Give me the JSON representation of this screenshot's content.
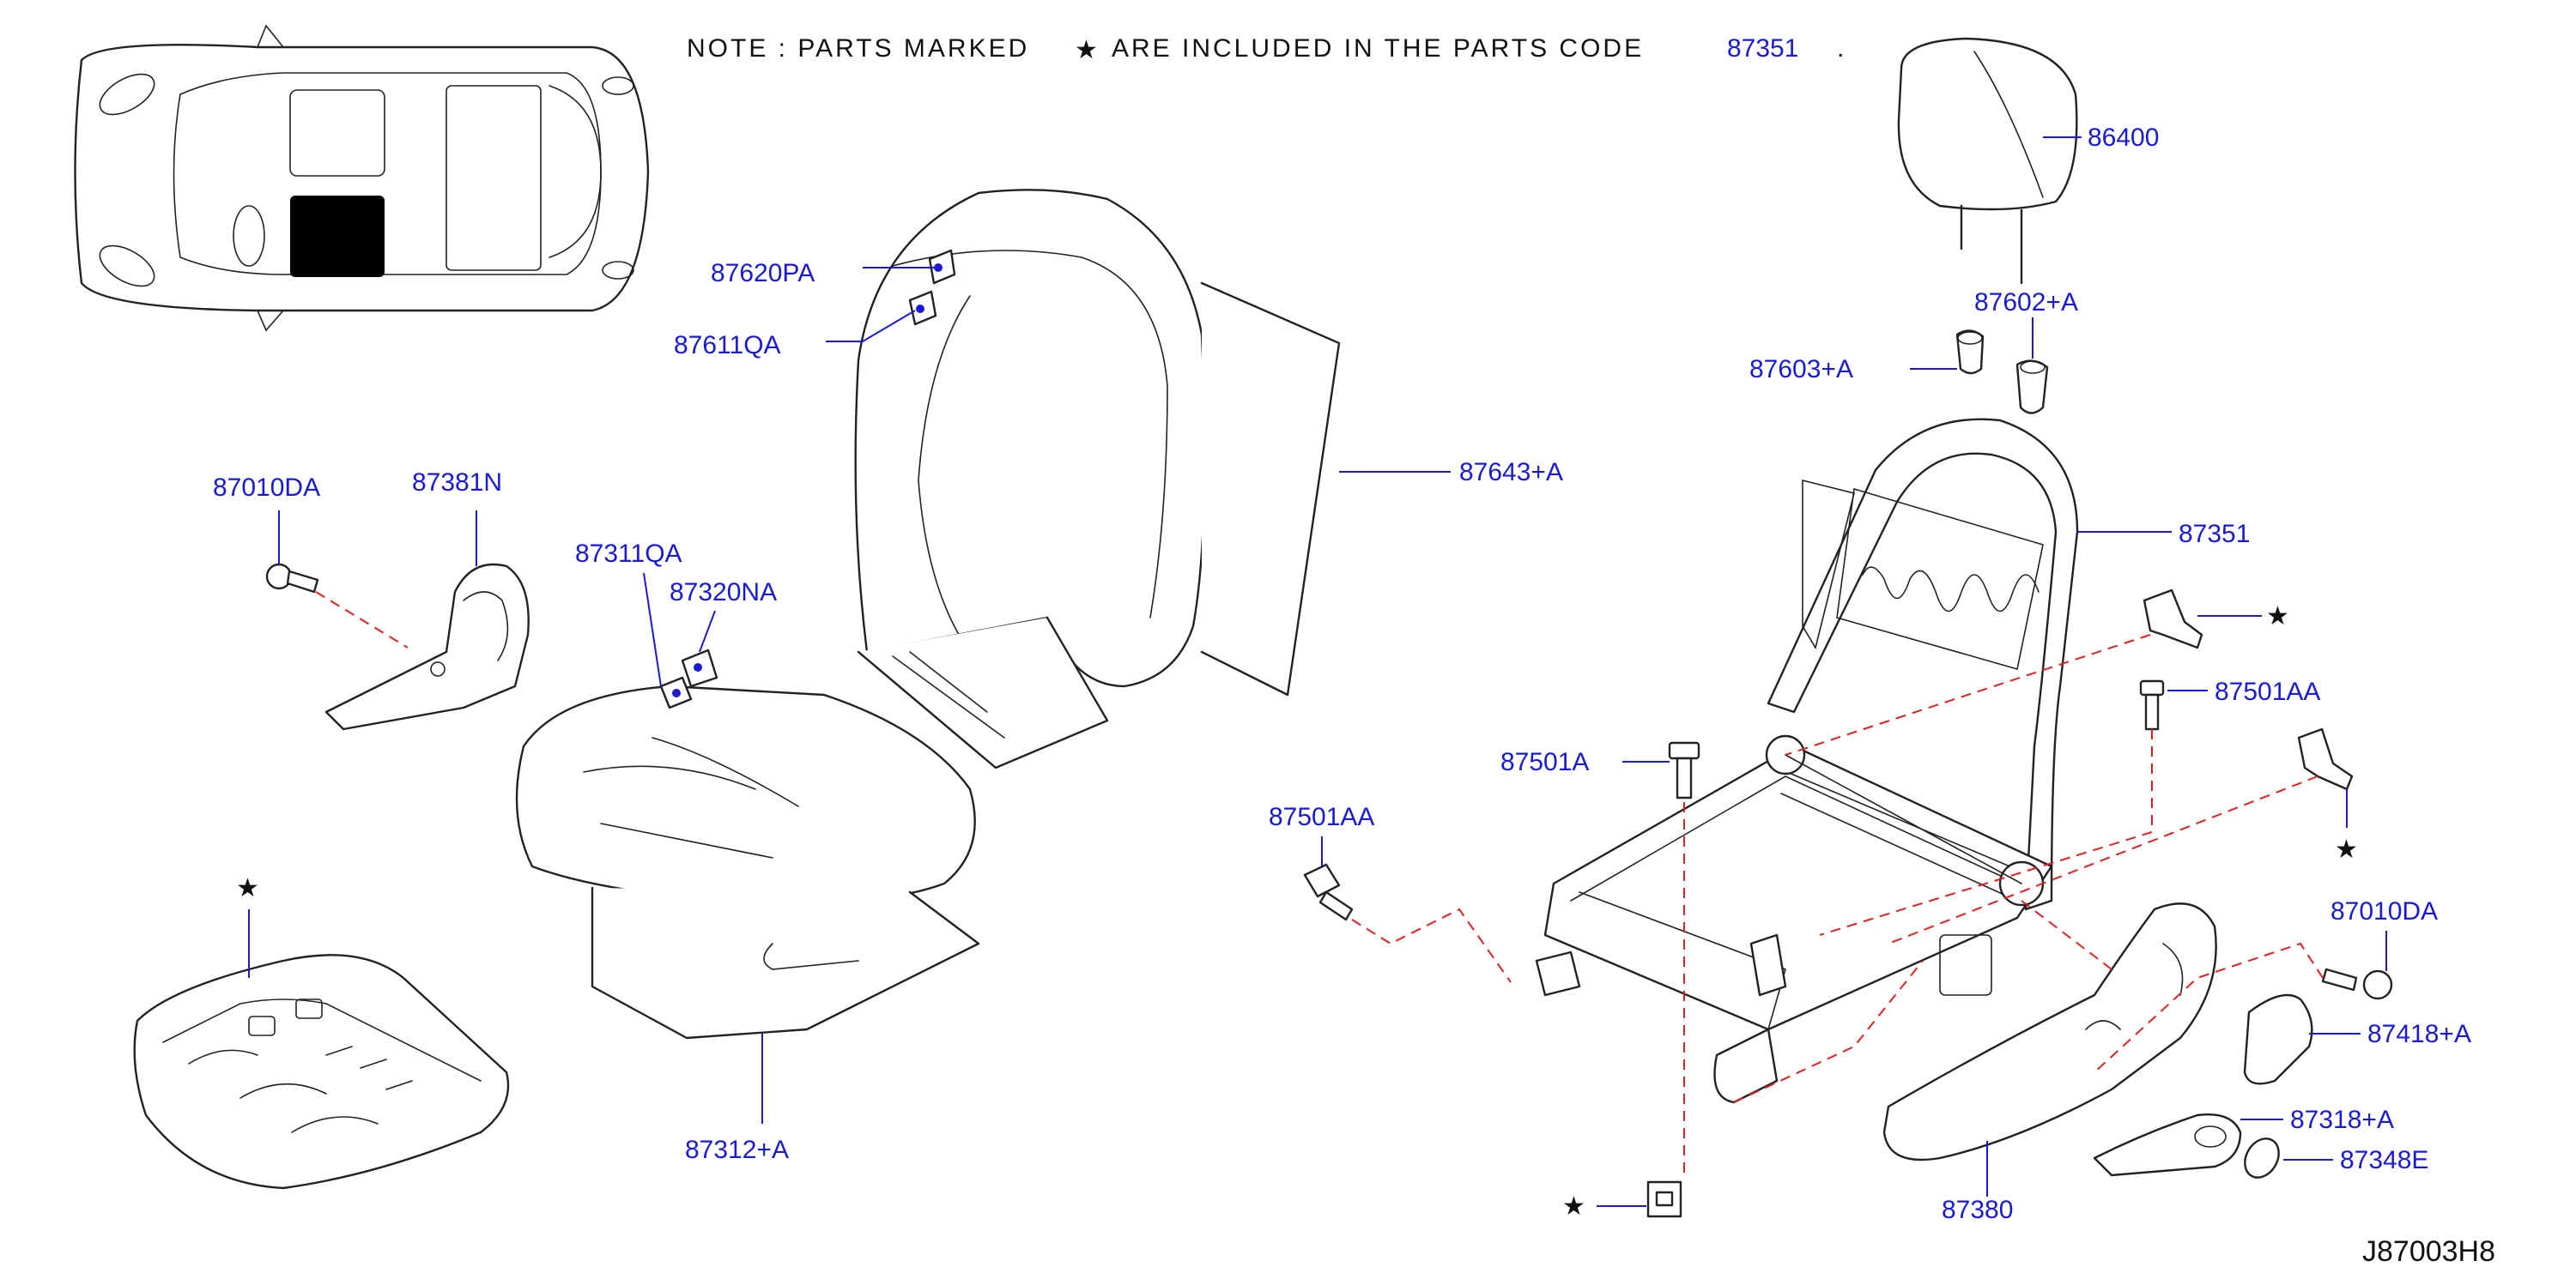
{
  "note": {
    "text": "NOTE : PARTS MARKED",
    "star": "★",
    "text2": "ARE INCLUDED IN THE PARTS CODE",
    "code": "87351",
    "period": "."
  },
  "diagram_code": "J87003H8",
  "parts": {
    "p86400": "86400",
    "p87602A": "87602+A",
    "p87603A": "87603+A",
    "p87351": "87351",
    "p87620PA": "87620PA",
    "p87611QA": "87611QA",
    "p87643A": "87643+A",
    "p87010DA_left": "87010DA",
    "p87381N": "87381N",
    "p87311QA": "87311QA",
    "p87320NA": "87320NA",
    "p87501AA_top": "87501AA",
    "p87501A": "87501A",
    "p87501AA_left": "87501AA",
    "p87010DA_right": "87010DA",
    "p87418A": "87418+A",
    "p87318A": "87318+A",
    "p87348E": "87348E",
    "p87380": "87380",
    "p87312A": "87312+A"
  },
  "stars": {
    "s1": "★",
    "s2": "★",
    "s3": "★",
    "s4": "★"
  },
  "colors": {
    "label": "#1a1ad6",
    "leader": "#1a1ad6",
    "dashed_guide": "#e02020",
    "outline": "#222222"
  }
}
